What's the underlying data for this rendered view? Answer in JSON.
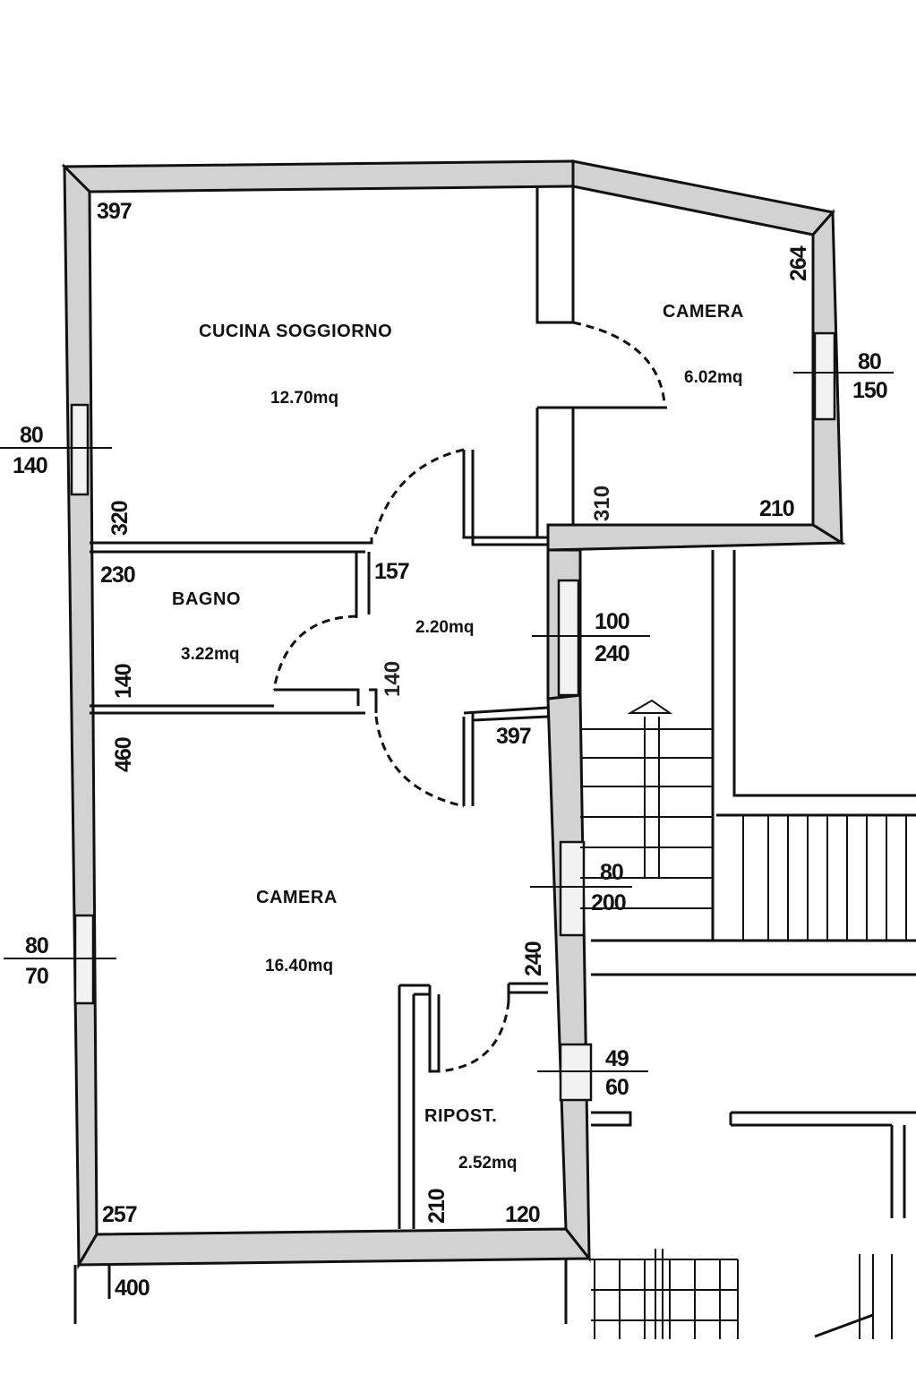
{
  "rooms": {
    "cucina": {
      "name": "CUCINA SOGGIORNO",
      "area": "12.70mq"
    },
    "camera_top": {
      "name": "CAMERA",
      "area": "6.02mq"
    },
    "bagno": {
      "name": "BAGNO",
      "area": "3.22mq"
    },
    "disimpegno": {
      "area": "2.20mq"
    },
    "camera_main": {
      "name": "CAMERA",
      "area": "16.40mq"
    },
    "ripostiglio": {
      "name": "RIPOST.",
      "area": "2.52mq"
    }
  },
  "dimensions": {
    "d397_top": "397",
    "d264": "264",
    "d320": "320",
    "d310": "310",
    "d210_camera": "210",
    "d230": "230",
    "d157": "157",
    "d140_bagno": "140",
    "d140_door": "140",
    "d460": "460",
    "d397_mid": "397",
    "d240": "240",
    "d257": "257",
    "d210_rip": "210",
    "d120": "120",
    "d400": "400"
  },
  "openings": {
    "w_left_top": {
      "w": "80",
      "h": "140"
    },
    "w_right_top": {
      "w": "80",
      "h": "150"
    },
    "w_mid": {
      "w": "100",
      "h": "240"
    },
    "w_stairs": {
      "w": "80",
      "h": "200"
    },
    "w_left_bottom": {
      "w": "80",
      "h": "70"
    },
    "w_small": {
      "w": "49",
      "h": "60"
    }
  }
}
